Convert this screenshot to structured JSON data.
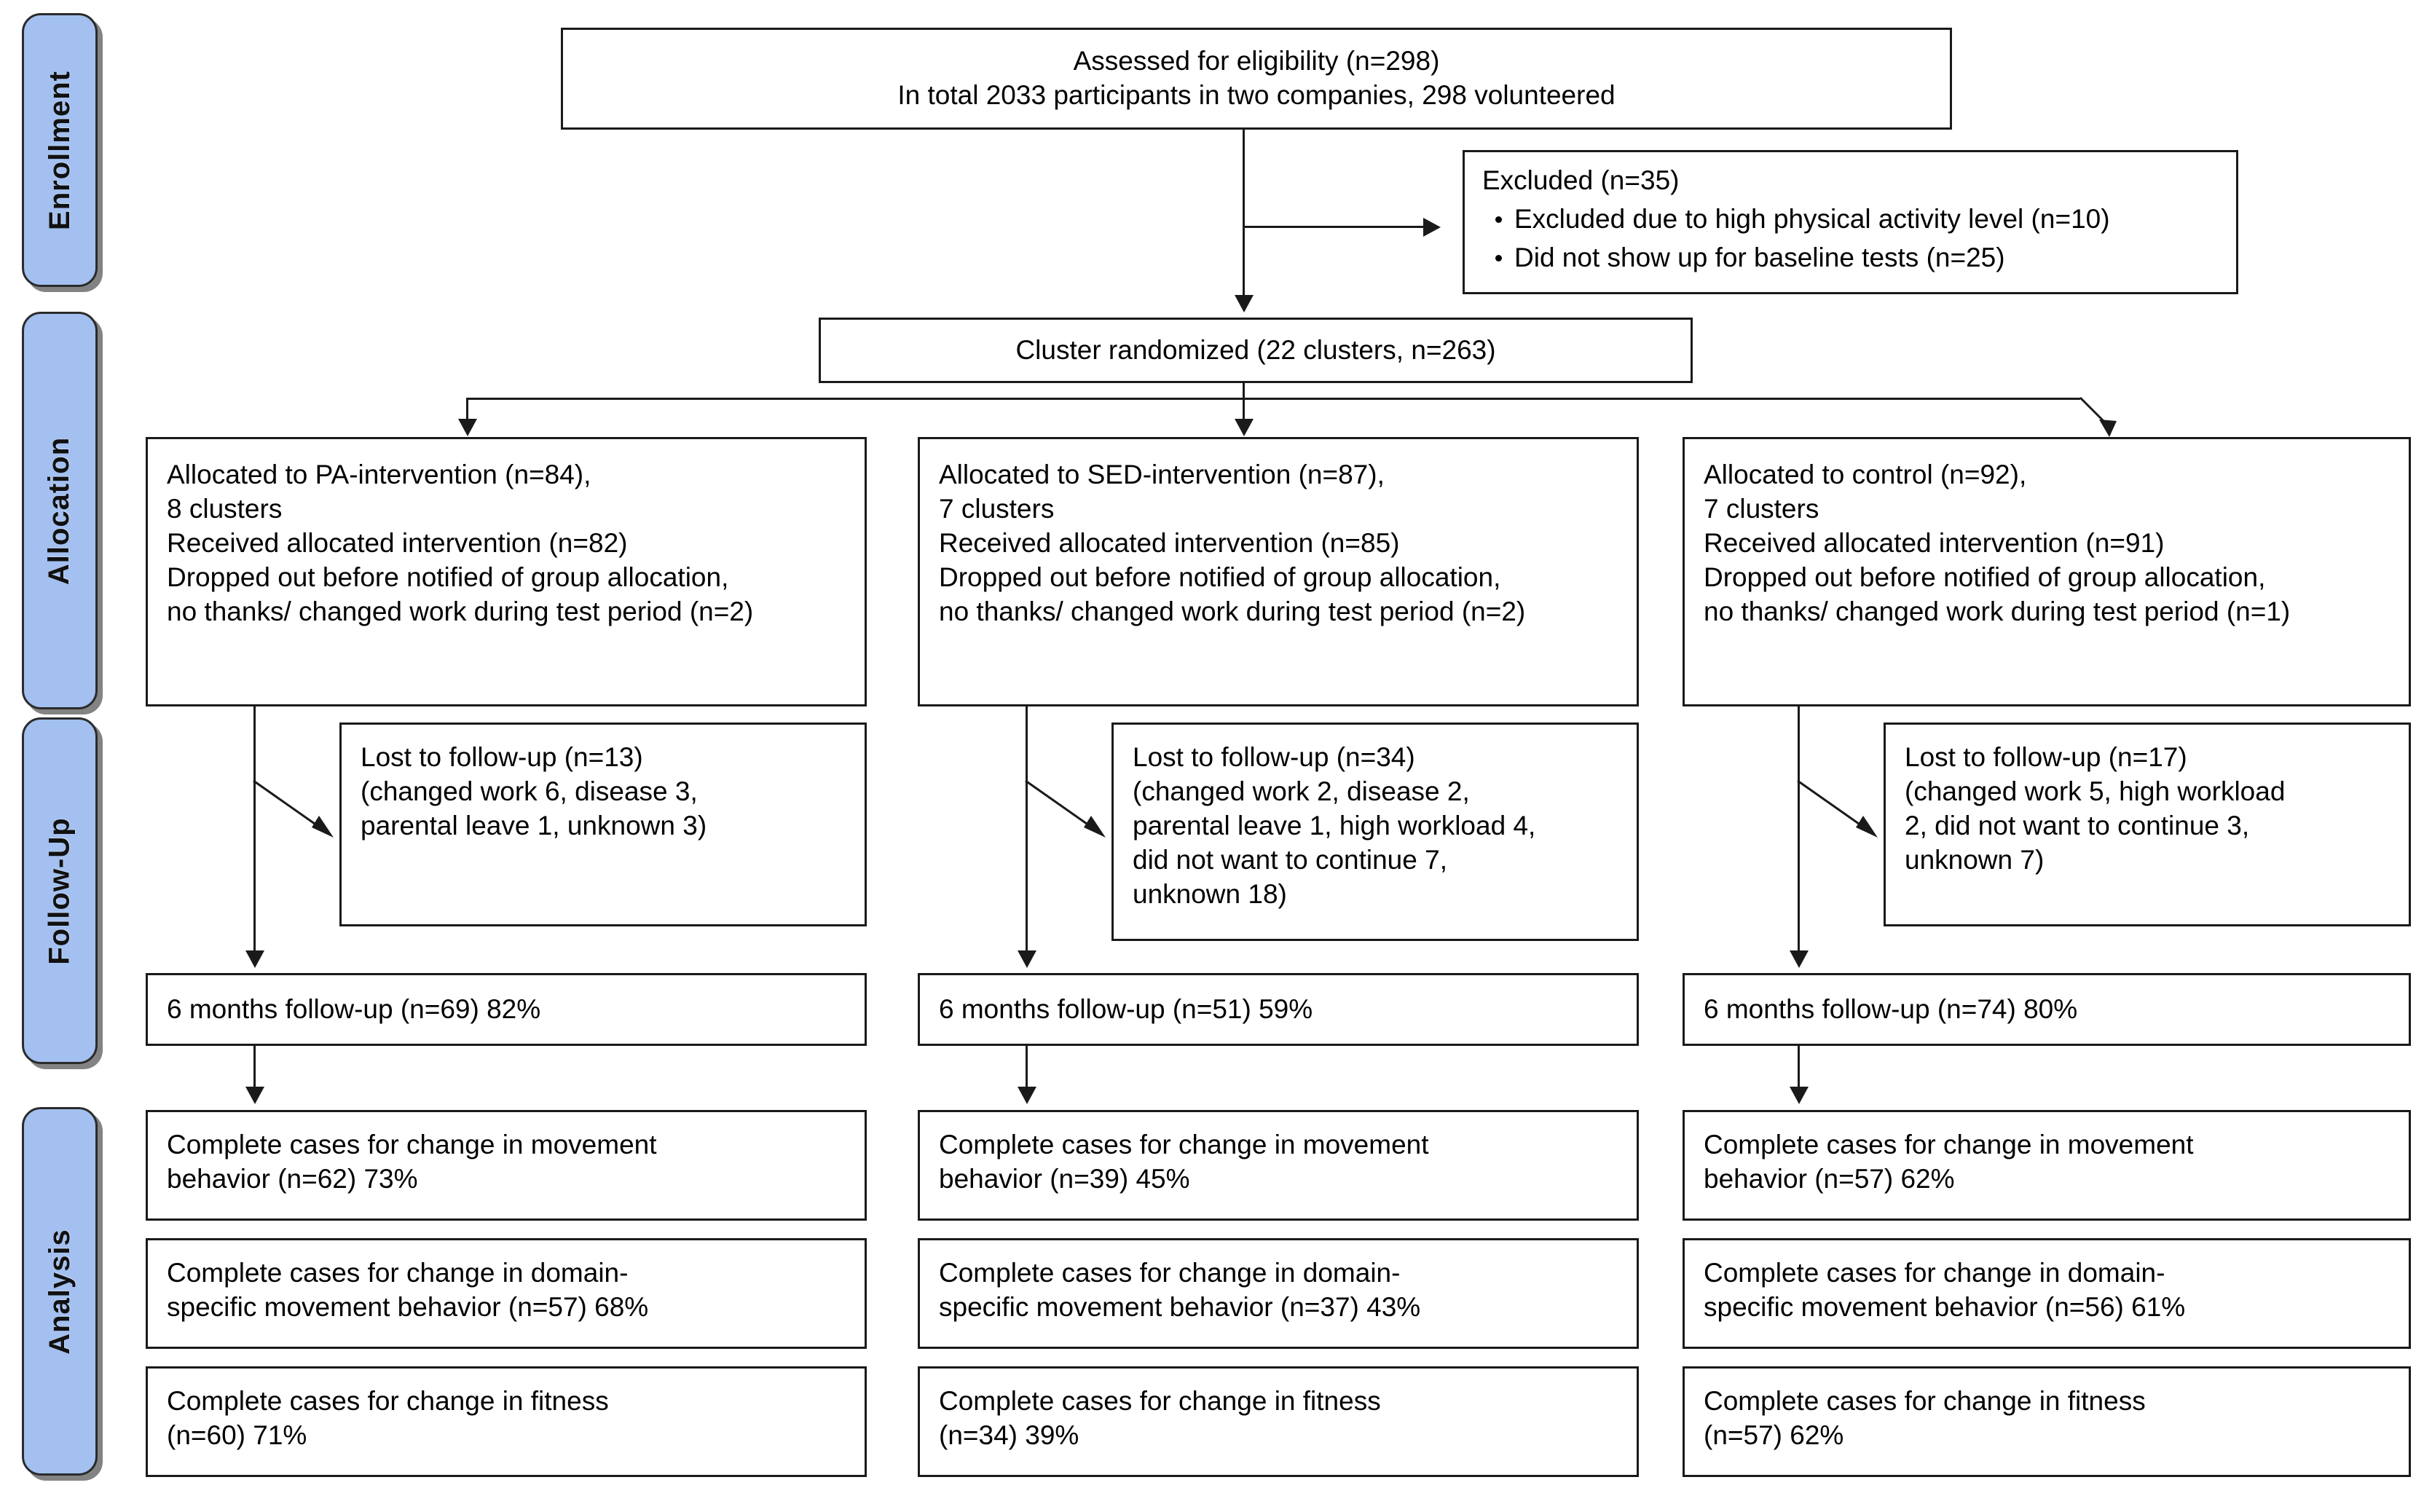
{
  "diagram": {
    "title": "CONSORT participant flow diagram",
    "accent_color": "#A3C0F0",
    "line_color": "#1A1A1A",
    "box_background": "#FFFFFF"
  },
  "stages": [
    {
      "key": "enrollment",
      "label": "Enrollment"
    },
    {
      "key": "allocation",
      "label": "Allocation"
    },
    {
      "key": "followup",
      "label": "Follow-Up"
    },
    {
      "key": "analysis",
      "label": "Analysis"
    }
  ],
  "enrollment": {
    "assessed": {
      "line1": "Assessed for eligibility (n=298)",
      "line2": "In total 2033 participants in two companies, 298 volunteered"
    },
    "excluded": {
      "heading": "Excluded  (n=35)",
      "items": [
        "Excluded due to high physical activity level (n=10)",
        "Did not show up for baseline tests (n=25)"
      ]
    },
    "randomized": {
      "line1": "Cluster randomized (22 clusters,  n=263)"
    }
  },
  "arms": [
    {
      "key": "pa",
      "allocation": {
        "line1": "Allocated to PA-intervention  (n=84),",
        "line2": "8 clusters",
        "line3": "Received allocated intervention  (n=82)",
        "line4": "Dropped out before notified of group allocation,",
        "line5": "no thanks/ changed work during test period (n=2)"
      },
      "lost": {
        "line1": "Lost to follow-up  (n=13)",
        "line2": "(changed work 6, disease 3,",
        "line3": "parental leave 1, unknown 3)",
        "line4": "",
        "line5": ""
      },
      "followup": {
        "line1": "6 months  follow-up  (n=69) 82%"
      },
      "analysis": [
        {
          "line1": "Complete cases for change in movement",
          "line2": "behavior (n=62) 73%"
        },
        {
          "line1": "Complete cases for change in domain-",
          "line2": "specific movement behavior (n=57) 68%"
        },
        {
          "line1": "Complete cases for change in fitness",
          "line2": "(n=60) 71%"
        }
      ]
    },
    {
      "key": "sed",
      "allocation": {
        "line1": "Allocated to SED-intervention  (n=87),",
        "line2": "7 clusters",
        "line3": "Received allocated intervention  (n=85)",
        "line4": "Dropped out before notified of group allocation,",
        "line5": "no thanks/ changed work during test period (n=2)"
      },
      "lost": {
        "line1": "Lost to follow-up  (n=34)",
        "line2": "(changed work 2, disease 2,",
        "line3": "parental leave 1, high workload 4,",
        "line4": "did not want to continue 7,",
        "line5": "unknown 18)"
      },
      "followup": {
        "line1": "6 months  follow-up  (n=51) 59%"
      },
      "analysis": [
        {
          "line1": "Complete cases for change in movement",
          "line2": "behavior (n=39) 45%"
        },
        {
          "line1": "Complete cases for change in domain-",
          "line2": "specific movement behavior (n=37) 43%"
        },
        {
          "line1": "Complete cases for change in fitness",
          "line2": "(n=34) 39%"
        }
      ]
    },
    {
      "key": "control",
      "allocation": {
        "line1": "Allocated to control  (n=92),",
        "line2": "7 clusters",
        "line3": "Received allocated intervention  (n=91)",
        "line4": "Dropped out before notified of group allocation,",
        "line5": "no thanks/ changed work during test period (n=1)"
      },
      "lost": {
        "line1": "Lost to follow-up  (n=17)",
        "line2": "(changed work 5, high workload",
        "line3": "2, did not want to continue 3,",
        "line4": "unknown 7)",
        "line5": ""
      },
      "followup": {
        "line1": "6 months  follow-up  (n=74) 80%"
      },
      "analysis": [
        {
          "line1": "Complete cases for change in movement",
          "line2": "behavior (n=57) 62%"
        },
        {
          "line1": "Complete cases for change in domain-",
          "line2": "specific movement behavior (n=56) 61%"
        },
        {
          "line1": "Complete cases for change in fitness",
          "line2": "(n=57) 62%"
        }
      ]
    }
  ]
}
